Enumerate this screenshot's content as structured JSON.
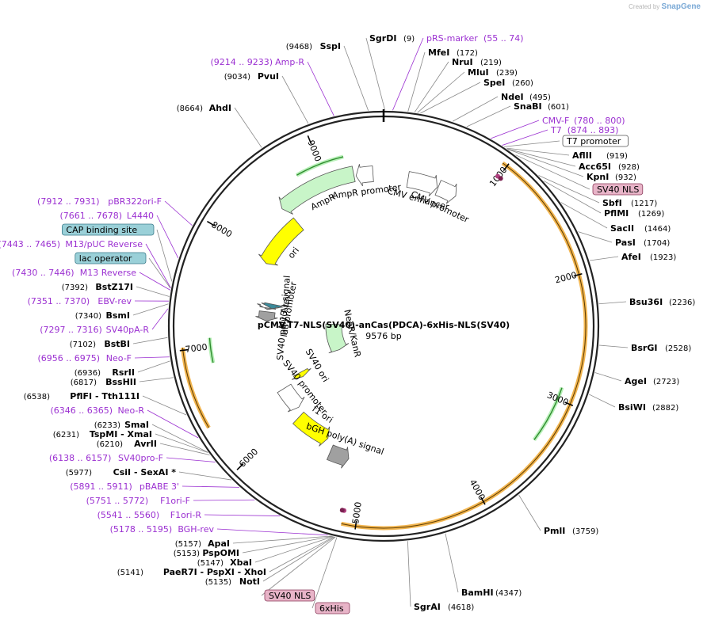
{
  "credit": {
    "created_by": "Created by",
    "brand": "SnapGene"
  },
  "plasmid": {
    "name": "pCMV-T7-NLS(SV40)-anCas(PDCA)-6xHis-NLS(SV40)",
    "size_label": "9576 bp",
    "total_bp": 9576
  },
  "colors": {
    "primer": "#9b30d1",
    "orf_orange": "#f0a830",
    "orf_green": "#2e8b2e",
    "yellow": "#ffff00",
    "green_arrow": "#c8f5c8",
    "gray": "#a0a0a0"
  },
  "ticks": [
    {
      "bp": 1000,
      "label": "1000"
    },
    {
      "bp": 2000,
      "label": "2000"
    },
    {
      "bp": 3000,
      "label": "3000"
    },
    {
      "bp": 4000,
      "label": "4000"
    },
    {
      "bp": 5000,
      "label": "5000"
    },
    {
      "bp": 6000,
      "label": "6000"
    },
    {
      "bp": 7000,
      "label": "7000"
    },
    {
      "bp": 8000,
      "label": "8000"
    },
    {
      "bp": 9000,
      "label": "9000"
    }
  ],
  "labels": [
    {
      "pos": "(9)",
      "name": "SgrDI",
      "kind": "site",
      "bp": 9
    },
    {
      "pos": "(55 .. 74)",
      "name": "pRS-marker",
      "kind": "primer",
      "bp": 64
    },
    {
      "pos": "(172)",
      "name": "MfeI",
      "kind": "site",
      "bp": 172
    },
    {
      "pos": "(219)",
      "name": "NruI",
      "kind": "site",
      "bp": 219
    },
    {
      "pos": "(239)",
      "name": "MluI",
      "kind": "site",
      "bp": 239
    },
    {
      "pos": "(260)",
      "name": "SpeI",
      "kind": "site",
      "bp": 260
    },
    {
      "pos": "(495)",
      "name": "NdeI",
      "kind": "site",
      "bp": 495
    },
    {
      "pos": "(601)",
      "name": "SnaBI",
      "kind": "site",
      "bp": 601
    },
    {
      "pos": "(780 .. 800)",
      "name": "CMV-F",
      "kind": "primer",
      "bp": 790
    },
    {
      "pos": "(874 .. 893)",
      "name": "T7",
      "kind": "primer",
      "bp": 883
    },
    {
      "pos": "",
      "name": "T7 promoter",
      "kind": "box",
      "bp": 900
    },
    {
      "pos": "(919)",
      "name": "AflII",
      "kind": "site",
      "bp": 919
    },
    {
      "pos": "(928)",
      "name": "Acc65I",
      "kind": "site",
      "bp": 928
    },
    {
      "pos": "(932)",
      "name": "KpnI",
      "kind": "site",
      "bp": 932
    },
    {
      "pos": "",
      "name": "SV40 NLS",
      "kind": "pinkbox",
      "bp": 1000
    },
    {
      "pos": "(1217)",
      "name": "SbfI",
      "kind": "site",
      "bp": 1217
    },
    {
      "pos": "(1269)",
      "name": "PflMI",
      "kind": "site",
      "bp": 1269
    },
    {
      "pos": "(1464)",
      "name": "SacII",
      "kind": "site",
      "bp": 1464
    },
    {
      "pos": "(1704)",
      "name": "PasI",
      "kind": "site",
      "bp": 1704
    },
    {
      "pos": "(1923)",
      "name": "AfeI",
      "kind": "site",
      "bp": 1923
    },
    {
      "pos": "(2236)",
      "name": "Bsu36I",
      "kind": "site",
      "bp": 2236
    },
    {
      "pos": "(2528)",
      "name": "BsrGI",
      "kind": "site",
      "bp": 2528
    },
    {
      "pos": "(2723)",
      "name": "AgeI",
      "kind": "site",
      "bp": 2723
    },
    {
      "pos": "(2882)",
      "name": "BsiWI",
      "kind": "site",
      "bp": 2882
    },
    {
      "pos": "(3759)",
      "name": "PmlI",
      "kind": "site",
      "bp": 3759
    },
    {
      "pos": "(4347)",
      "name": "BamHI",
      "kind": "site",
      "bp": 4347
    },
    {
      "pos": "(4618)",
      "name": "SgrAI",
      "kind": "site",
      "bp": 4618
    },
    {
      "pos": "",
      "name": "6xHis",
      "kind": "pinkbox",
      "bp": 5120
    },
    {
      "pos": "",
      "name": "SV40 NLS",
      "kind": "pinkbox",
      "bp": 5130
    },
    {
      "pos": "(5135)",
      "name": "NotI",
      "kind": "site",
      "bp": 5135
    },
    {
      "pos": "(5141)",
      "name": "PaeR7I - PspXI - XhoI",
      "kind": "site",
      "bp": 5141
    },
    {
      "pos": "(5147)",
      "name": "XbaI",
      "kind": "site",
      "bp": 5147
    },
    {
      "pos": "(5153)",
      "name": "PspOMI",
      "kind": "site",
      "bp": 5153
    },
    {
      "pos": "(5157)",
      "name": "ApaI",
      "kind": "site",
      "bp": 5157
    },
    {
      "pos": "(5178 .. 5195)",
      "name": "BGH-rev",
      "kind": "primer",
      "bp": 5186
    },
    {
      "pos": "(5541 .. 5560)",
      "name": "F1ori-R",
      "kind": "primer",
      "bp": 5550
    },
    {
      "pos": "(5751 .. 5772)",
      "name": "F1ori-F",
      "kind": "primer",
      "bp": 5761
    },
    {
      "pos": "(5891 .. 5911)",
      "name": "pBABE 3'",
      "kind": "primer",
      "bp": 5901
    },
    {
      "pos": "(5977)",
      "name": "CsiI - SexAI *",
      "kind": "site",
      "bp": 5977
    },
    {
      "pos": "(6138 .. 6157)",
      "name": "SV40pro-F",
      "kind": "primer",
      "bp": 6147
    },
    {
      "pos": "(6210)",
      "name": "AvrII",
      "kind": "site",
      "bp": 6210
    },
    {
      "pos": "(6231)",
      "name": "TspMI - XmaI",
      "kind": "site",
      "bp": 6231
    },
    {
      "pos": "(6233)",
      "name": "SmaI",
      "kind": "site",
      "bp": 6233
    },
    {
      "pos": "(6346 .. 6365)",
      "name": "Neo-R",
      "kind": "primer",
      "bp": 6355
    },
    {
      "pos": "(6538)",
      "name": "PflFI - Tth111I",
      "kind": "site",
      "bp": 6538
    },
    {
      "pos": "(6817)",
      "name": "BssHII",
      "kind": "site",
      "bp": 6817
    },
    {
      "pos": "(6936)",
      "name": "RsrII",
      "kind": "site",
      "bp": 6936
    },
    {
      "pos": "(6956 .. 6975)",
      "name": "Neo-F",
      "kind": "primer",
      "bp": 6965
    },
    {
      "pos": "(7102)",
      "name": "BstBI",
      "kind": "site",
      "bp": 7102
    },
    {
      "pos": "(7297 .. 7316)",
      "name": "SV40pA-R",
      "kind": "primer",
      "bp": 7306
    },
    {
      "pos": "(7340)",
      "name": "BsmI",
      "kind": "site",
      "bp": 7340
    },
    {
      "pos": "(7351 .. 7370)",
      "name": "EBV-rev",
      "kind": "primer",
      "bp": 7360
    },
    {
      "pos": "(7392)",
      "name": "BstZ17I",
      "kind": "site",
      "bp": 7392
    },
    {
      "pos": "(7430 .. 7446)",
      "name": "M13 Reverse",
      "kind": "primer",
      "bp": 7438
    },
    {
      "pos": "",
      "name": "lac operator",
      "kind": "tealbox",
      "bp": 7450
    },
    {
      "pos": "(7443 .. 7465)",
      "name": "M13/pUC Reverse",
      "kind": "primer",
      "bp": 7454
    },
    {
      "pos": "",
      "name": "CAP binding site",
      "kind": "tealbox",
      "bp": 7500
    },
    {
      "pos": "(7661 .. 7678)",
      "name": "L4440",
      "kind": "primer",
      "bp": 7670
    },
    {
      "pos": "(7912 .. 7931)",
      "name": "pBR322ori-F",
      "kind": "primer",
      "bp": 7921
    },
    {
      "pos": "(8664)",
      "name": "AhdI",
      "kind": "site",
      "bp": 8664
    },
    {
      "pos": "(9034)",
      "name": "PvuI",
      "kind": "site",
      "bp": 9034
    },
    {
      "pos": "(9214 .. 9233)",
      "name": "Amp-R",
      "kind": "primer",
      "bp": 9223
    },
    {
      "pos": "(9468)",
      "name": "SspI",
      "kind": "site",
      "bp": 9468
    }
  ],
  "features": [
    {
      "name": "AmpR promoter",
      "start": 9300,
      "end": 9470,
      "type": "promoter",
      "dir": -1
    },
    {
      "name": "AmpR",
      "start": 8490,
      "end": 9280,
      "type": "green",
      "dir": -1
    },
    {
      "name": "ori",
      "start": 7930,
      "end": 8520,
      "type": "yellow",
      "dir": -1
    },
    {
      "name": "CMV enhancer",
      "start": 250,
      "end": 560,
      "type": "promoter",
      "dir": 1
    },
    {
      "name": "CMV promoter",
      "start": 570,
      "end": 770,
      "type": "promoter",
      "dir": 1
    },
    {
      "name": "lac promoter",
      "start": 7420,
      "end": 7480,
      "type": "teal",
      "dir": -1
    },
    {
      "name": "M13 rev",
      "start": 7400,
      "end": 7420,
      "type": "gray",
      "dir": -1
    },
    {
      "name": "SV40 poly(A) signal",
      "start": 7250,
      "end": 7370,
      "type": "gray",
      "dir": -1
    },
    {
      "name": "NeoR/KanR",
      "start": 6440,
      "end": 7240,
      "type": "green",
      "dir": -1
    },
    {
      "name": "SV40 ori",
      "start": 6330,
      "end": 6410,
      "type": "yellow",
      "dir": -1
    },
    {
      "name": "SV40 promoter",
      "start": 6020,
      "end": 6330,
      "type": "promoter",
      "dir": -1
    },
    {
      "name": "f1 ori",
      "start": 5490,
      "end": 5930,
      "type": "yellow",
      "dir": -1
    },
    {
      "name": "bGH poly(A) signal",
      "start": 5180,
      "end": 5400,
      "type": "gray",
      "dir": -1
    }
  ]
}
